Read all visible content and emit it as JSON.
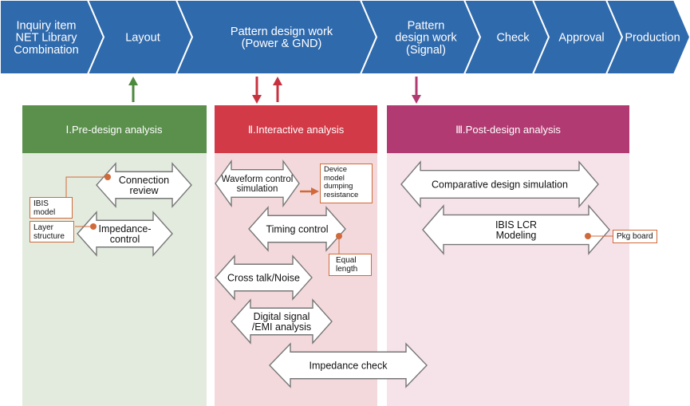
{
  "process_steps": [
    {
      "lines": [
        "Inquiry item",
        "NET Library",
        "Combination"
      ]
    },
    {
      "lines": [
        "Layout"
      ]
    },
    {
      "lines": [
        "Pattern design work",
        "(Power & GND)"
      ]
    },
    {
      "lines": [
        "Pattern",
        "design work",
        "(Signal)"
      ]
    },
    {
      "lines": [
        "Check"
      ]
    },
    {
      "lines": [
        "Approval"
      ]
    },
    {
      "lines": [
        "Production"
      ]
    }
  ],
  "panels": [
    {
      "title": "Ⅰ.Pre-design analysis"
    },
    {
      "title": "Ⅱ.Interactive analysis"
    },
    {
      "title": "Ⅲ.Post-design analysis"
    }
  ],
  "analysis_items": {
    "connection_review": [
      "Connection",
      "review"
    ],
    "impedance_control": [
      "Impedance-",
      "control"
    ],
    "waveform_control_simulation": [
      "Waveform control",
      "simulation"
    ],
    "timing_control": [
      "Timing control"
    ],
    "cross_talk_noise": [
      "Cross talk/Noise"
    ],
    "digital_signal_emi_analysis": [
      "Digital signal",
      "/EMI analysis"
    ],
    "impedance_check": [
      "Impedance check"
    ],
    "comparative_design_simulation": [
      "Comparative design simulation"
    ],
    "ibis_lcr_modeling": [
      "IBIS LCR",
      "Modeling"
    ]
  },
  "callouts": {
    "ibis_model": [
      "IBIS",
      "model"
    ],
    "layer_structure": [
      "Layer",
      "structure"
    ],
    "device_model": [
      "Device",
      "model",
      "dumping",
      "resistance"
    ],
    "equal_length": [
      "Equal",
      "length"
    ],
    "pkg_board": [
      "Pkg board"
    ]
  },
  "colors": {
    "chevron_fill": "#2f6aad",
    "chevron_border": "#ffffff",
    "pre_design_header": "#5a8f4c",
    "pre_design_body": "#e3ebdf",
    "interactive_header": "#d23a48",
    "interactive_body": "#f4d9dc",
    "post_design_header": "#b23a72",
    "post_design_body": "#f6e2e9",
    "arrow_fill": "#ffffff",
    "arrow_stroke": "#777777",
    "callout_dot": "#d06a3a",
    "up_arrow_green": "#4e8a3e",
    "arrow_red": "#c8323f",
    "arrow_magenta": "#b23a72"
  }
}
